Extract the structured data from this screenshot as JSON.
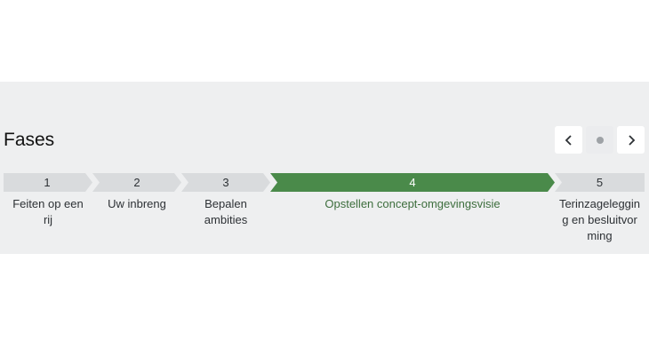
{
  "header": {
    "title": "Fases"
  },
  "pager": {
    "prev_icon": "chevron-left-icon",
    "next_icon": "chevron-right-icon",
    "dots": 1
  },
  "colors": {
    "band": "#eeeff0",
    "step_inactive": "#d9dbdd",
    "step_active": "#4a8a4a"
  },
  "steps": [
    {
      "number": "1",
      "label": "Feiten op een rij",
      "active": false
    },
    {
      "number": "2",
      "label": "Uw inbreng",
      "active": false
    },
    {
      "number": "3",
      "label": "Bepalen ambities",
      "active": false
    },
    {
      "number": "4",
      "label": "Opstellen concept-omgevingsvisie",
      "active": true
    },
    {
      "number": "5",
      "label": "Terinzagelegging en besluitvorming",
      "active": false
    }
  ]
}
